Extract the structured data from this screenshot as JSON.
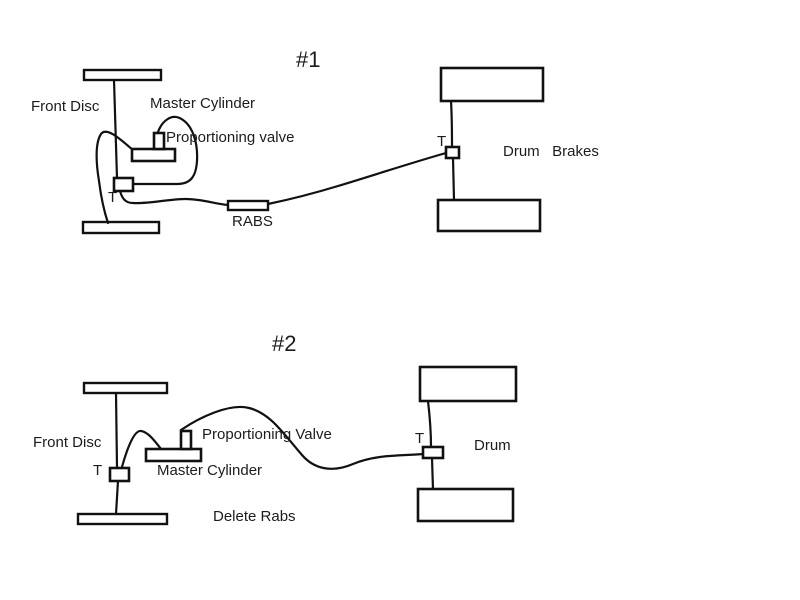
{
  "colors": {
    "ink": "#111111",
    "text": "#1c1c1c",
    "background": "#ffffff"
  },
  "diagram1": {
    "title": "#1",
    "labels": {
      "front_disc": "Front Disc",
      "master_cylinder": "Master Cylinder",
      "proportioning_valve": "Proportioning valve",
      "tee_front": "T",
      "rabs": "RABS",
      "tee_rear": "T",
      "drum_brakes": "Drum   Brakes"
    }
  },
  "diagram2": {
    "title": "#2",
    "labels": {
      "front_disc": "Front Disc",
      "proportioning_valve": "Proportioning Valve",
      "master_cylinder": "Master Cylinder",
      "tee_front": "T",
      "tee_rear": "T",
      "drum": "Drum",
      "delete_rabs": "Delete Rabs"
    }
  }
}
